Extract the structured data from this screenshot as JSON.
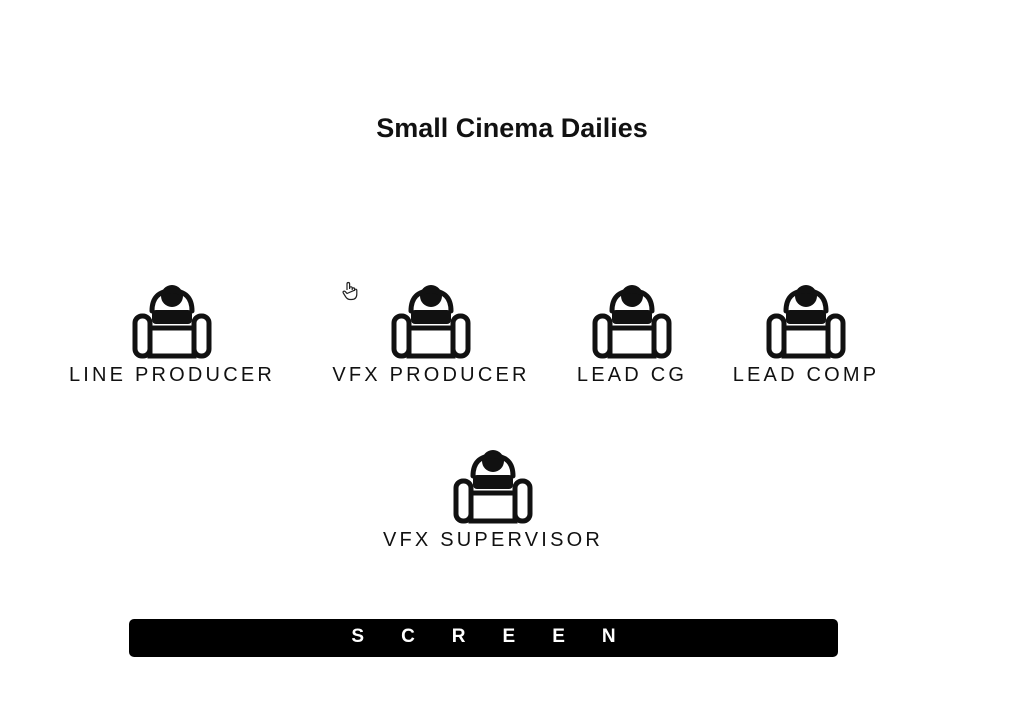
{
  "room": {
    "title": "Small Cinema Dailies",
    "screen_label": "SCREEN"
  },
  "seats": [
    {
      "id": "seat-line-producer",
      "label": "LINE PRODUCER",
      "icon": "armchair-icon"
    },
    {
      "id": "seat-vfx-producer",
      "label": "VFX PRODUCER",
      "icon": "armchair-icon"
    },
    {
      "id": "seat-lead-cg",
      "label": "LEAD CG",
      "icon": "armchair-icon"
    },
    {
      "id": "seat-lead-comp",
      "label": "LEAD COMP",
      "icon": "armchair-icon"
    },
    {
      "id": "seat-vfx-supervisor",
      "label": "VFX SUPERVISOR",
      "icon": "armchair-icon"
    }
  ],
  "cursor": {
    "icon": "hand-pointer-icon"
  },
  "colors": {
    "background": "#ffffff",
    "ink": "#111111",
    "screen": "#000000",
    "screen_text": "#ffffff"
  }
}
